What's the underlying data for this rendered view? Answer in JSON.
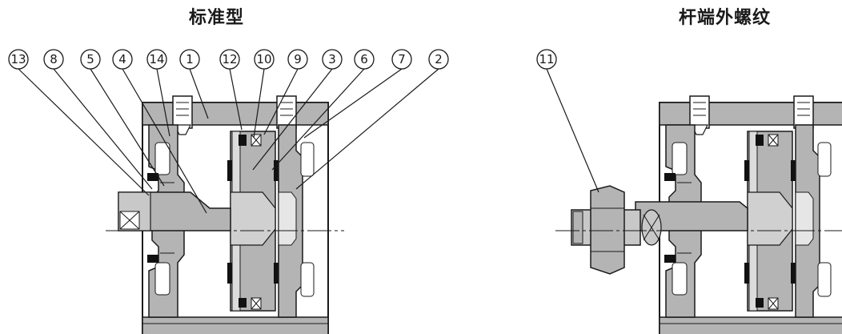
{
  "titles": {
    "standard": "标准型",
    "rod_end_male_thread": "杆端外螺纹"
  },
  "standard_callouts": [
    "13",
    "8",
    "5",
    "4",
    "14",
    "1",
    "12",
    "10",
    "9",
    "3",
    "6",
    "7",
    "2"
  ],
  "rod_end_callouts": [
    "11"
  ],
  "colors": {
    "body_gray": "#b4b4b4",
    "dark_gray": "#8c8c8c",
    "seal_black": "#111111",
    "line": "#1a1a1a",
    "background": "#ffffff"
  }
}
